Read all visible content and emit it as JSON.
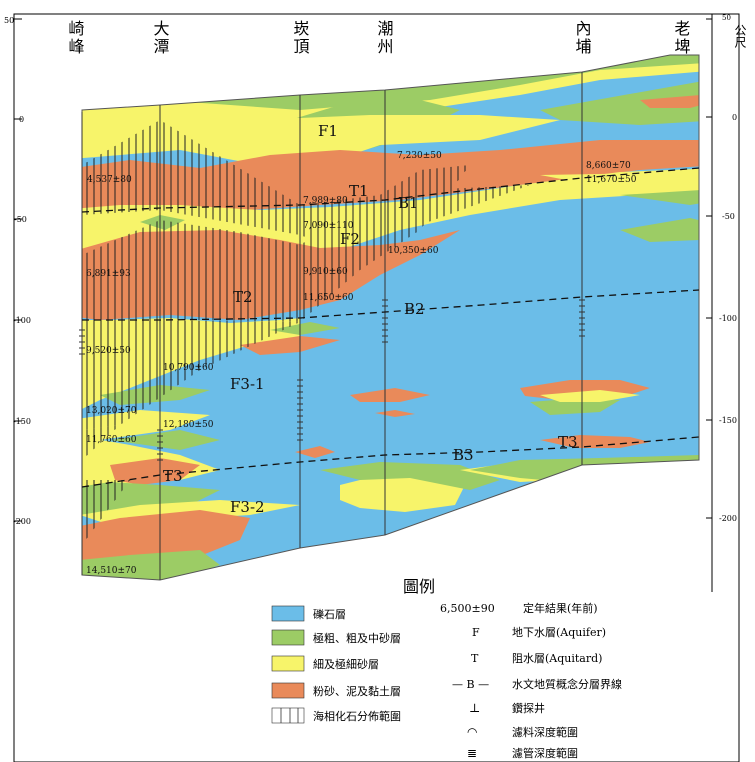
{
  "wells": [
    {
      "label": "崎峰"
    },
    {
      "label": "大潭"
    },
    {
      "label": "崁頂"
    },
    {
      "label": "潮州"
    },
    {
      "label": "內埔"
    },
    {
      "label": "老埤"
    }
  ],
  "unit_label": "公尺",
  "left_axis": {
    "ticks": [
      "50",
      "0",
      "-50",
      "-100",
      "-150",
      "-200"
    ]
  },
  "right_axis": {
    "ticks": [
      "50",
      "0",
      "-50",
      "-100",
      "-150",
      "-200"
    ]
  },
  "unit_labels": [
    {
      "label": "F1"
    },
    {
      "label": "T1"
    },
    {
      "label": "B1"
    },
    {
      "label": "F2"
    },
    {
      "label": "T2"
    },
    {
      "label": "B2"
    },
    {
      "label": "F3-1"
    },
    {
      "label": "B3"
    },
    {
      "label": "T3"
    },
    {
      "label": "T3"
    },
    {
      "label": "F3-2"
    }
  ],
  "dates": [
    {
      "text": "4,537±80"
    },
    {
      "text": "7,230±50"
    },
    {
      "text": "8,660±70"
    },
    {
      "text": "11,670±50"
    },
    {
      "text": "7,989±80"
    },
    {
      "text": "7,090±110"
    },
    {
      "text": "10,350±60"
    },
    {
      "text": "6,891±93"
    },
    {
      "text": "9,910±60"
    },
    {
      "text": "11,650±60"
    },
    {
      "text": "9,520±50"
    },
    {
      "text": "10,790±60"
    },
    {
      "text": "13,020±70"
    },
    {
      "text": "12,180±50"
    },
    {
      "text": "11,760±60"
    },
    {
      "text": "14,510±70"
    }
  ],
  "legend": {
    "title": "圖例",
    "items": [
      {
        "label": "礫石層",
        "color": "#6bbde8",
        "kind": "fill"
      },
      {
        "label": "極粗、粗及中砂層",
        "color": "#9ccc65",
        "kind": "fill"
      },
      {
        "label": "細及極細砂層",
        "color": "#f7f46a",
        "kind": "fill"
      },
      {
        "label": "粉砂、泥及黏土層",
        "color": "#e98a5a",
        "kind": "fill"
      },
      {
        "label": "海相化石分佈範圍",
        "color": "#ffffff",
        "kind": "hatch"
      }
    ],
    "symbols": [
      {
        "key": "6,500±90",
        "label": "定年結果(年前)"
      },
      {
        "key": "F",
        "label": "地下水層(Aquifer)"
      },
      {
        "key": "T",
        "label": "阻水層(Aquitard)"
      },
      {
        "key": "— B —",
        "label": "水文地質概念分層界線"
      },
      {
        "key": "⊥",
        "label": "鑽探井"
      },
      {
        "key": "◠",
        "label": "濾料深度範圍"
      },
      {
        "key": "≣",
        "label": "濾管深度範圍"
      }
    ]
  },
  "colors": {
    "gravel": "#6bbde8",
    "coarse_sand": "#9ccc65",
    "fine_sand": "#f7f46a",
    "clay": "#e98a5a"
  }
}
